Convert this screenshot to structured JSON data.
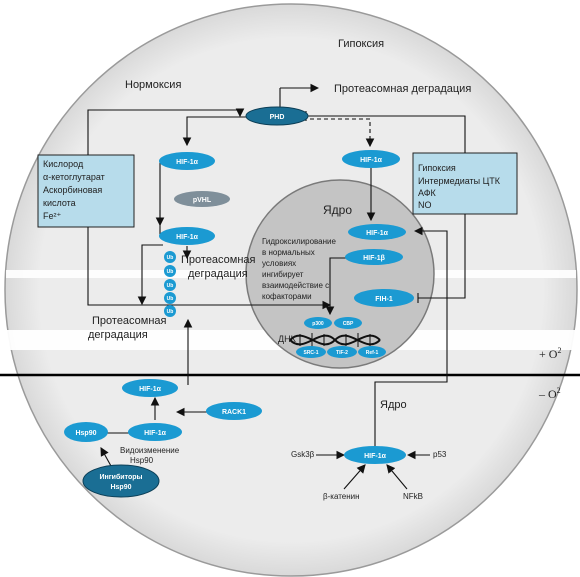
{
  "labels": {
    "normoxia": "Нормоксия",
    "hypoxia": "Гипоксия",
    "proteasome_top": "Протеасомная деградация",
    "proteasome_mid_1": "Протеасомная",
    "proteasome_mid_2": "деградация",
    "proteasome_left_1": "Протеасомная",
    "proteasome_left_2": "деградация",
    "nucleus": "Ядро",
    "nucleus_bottom": "Ядро",
    "dna": "ДНК",
    "plus_o2": "+ O",
    "minus_o2": "– O",
    "o2_sup": "2",
    "hsp90_mod_1": "Видоизменение",
    "hsp90_mod_2": "Hsp90",
    "gsk3b": "Gsk3β",
    "p53": "p53",
    "bcatenin": "β-катенин",
    "nfkb": "NFkB"
  },
  "left_box": {
    "lines": [
      "Кислород",
      "α-кетоглутарат",
      "Аскорбиновая",
      "кислота",
      "Fe²⁺"
    ]
  },
  "right_box": {
    "lines": [
      "Гипоксия",
      "Интермедиаты ЦТК",
      "АФК",
      "NO"
    ]
  },
  "hydroxylation": {
    "lines": [
      "Гидроксилирование",
      "в нормальных",
      "условиях",
      "ингибирует",
      "взаимодействие с",
      "кофакторами"
    ]
  },
  "nodes": {
    "phd": "PHD",
    "hif_left_1": "HIF-1α",
    "pvhl": "pVHL",
    "hif_left_2": "HIF-1α",
    "ub": "Ub",
    "hif_right": "HIF-1α",
    "hif_nucleus": "HIF-1α",
    "hif_beta": "HIF-1β",
    "fih": "FIH-1",
    "p300": "p300",
    "cbp": "CBP",
    "src": "SRC-1",
    "tif": "TIF-2",
    "ref": "Ref-1",
    "hif_low_1": "HIF-1α",
    "rack1": "RACK1",
    "hsp90": "Hsp90",
    "hif_low_2": "HIF-1α",
    "inhibitors_1": "Ингибиторы",
    "inhibitors_2": "Hsp90",
    "hif_bottom": "HIF-1α"
  },
  "colors": {
    "node": "#1b9ad2",
    "node_grey": "#7f8f9a",
    "node_dark": "#1a6e94",
    "box": "#b7dceb",
    "cell": "#e9e9e9",
    "nucleus": "#c6c6c6",
    "band": "#ffffff"
  }
}
